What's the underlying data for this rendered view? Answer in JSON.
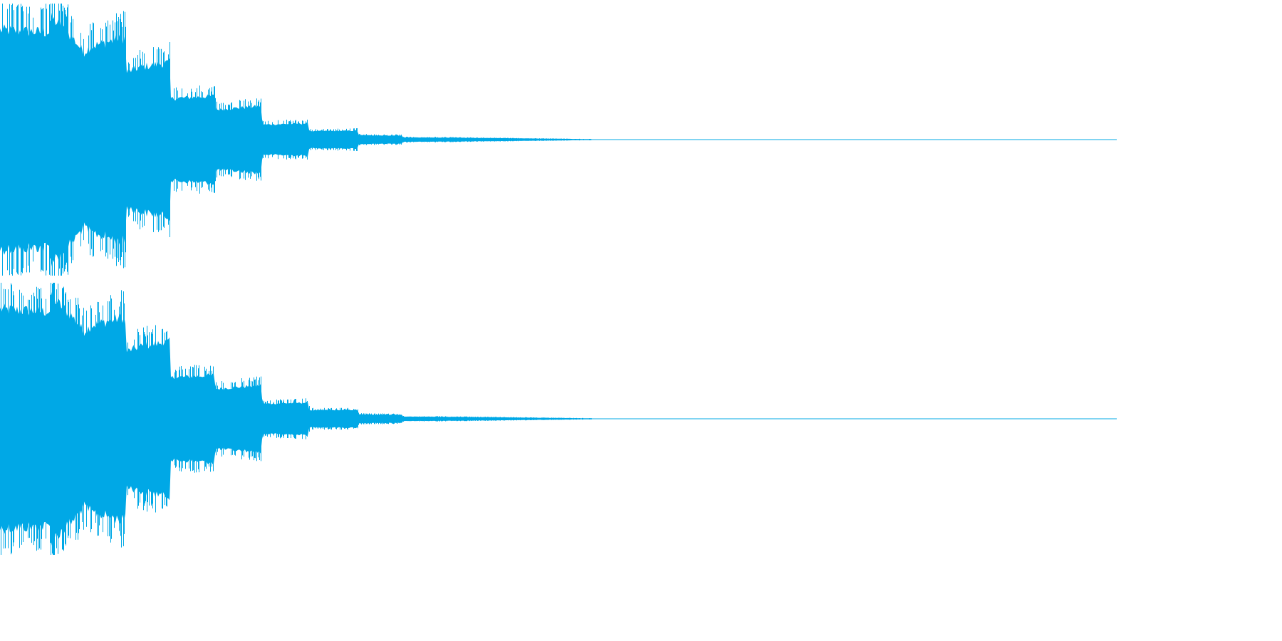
{
  "waveform": {
    "color": "#00a8e6",
    "channels": [
      {
        "name": "",
        "envelope": [
          {
            "t": 0.0,
            "amp": 0.88
          },
          {
            "t": 0.045,
            "amp": 0.86
          },
          {
            "t": 0.046,
            "amp": 0.98
          },
          {
            "t": 0.065,
            "amp": 0.82
          },
          {
            "t": 0.075,
            "amp": 0.7
          },
          {
            "t": 0.082,
            "amp": 0.75
          },
          {
            "t": 0.112,
            "amp": 0.82
          },
          {
            "t": 0.113,
            "amp": 0.54
          },
          {
            "t": 0.125,
            "amp": 0.58
          },
          {
            "t": 0.152,
            "amp": 0.62
          },
          {
            "t": 0.153,
            "amp": 0.33
          },
          {
            "t": 0.192,
            "amp": 0.35
          },
          {
            "t": 0.193,
            "amp": 0.24
          },
          {
            "t": 0.234,
            "amp": 0.27
          },
          {
            "t": 0.235,
            "amp": 0.12
          },
          {
            "t": 0.276,
            "amp": 0.13
          },
          {
            "t": 0.277,
            "amp": 0.068
          },
          {
            "t": 0.32,
            "amp": 0.072
          },
          {
            "t": 0.321,
            "amp": 0.036
          },
          {
            "t": 0.36,
            "amp": 0.032
          },
          {
            "t": 0.361,
            "amp": 0.018
          },
          {
            "t": 0.4,
            "amp": 0.016
          },
          {
            "t": 0.448,
            "amp": 0.012
          },
          {
            "t": 0.487,
            "amp": 0.008
          },
          {
            "t": 0.53,
            "amp": 0.004
          },
          {
            "t": 0.531,
            "amp": 0.0
          },
          {
            "t": 1.0,
            "amp": 0.0
          }
        ]
      },
      {
        "name": "",
        "envelope": [
          {
            "t": 0.0,
            "amp": 0.88
          },
          {
            "t": 0.045,
            "amp": 0.86
          },
          {
            "t": 0.046,
            "amp": 0.98
          },
          {
            "t": 0.065,
            "amp": 0.82
          },
          {
            "t": 0.075,
            "amp": 0.7
          },
          {
            "t": 0.082,
            "amp": 0.75
          },
          {
            "t": 0.112,
            "amp": 0.82
          },
          {
            "t": 0.113,
            "amp": 0.54
          },
          {
            "t": 0.125,
            "amp": 0.58
          },
          {
            "t": 0.152,
            "amp": 0.62
          },
          {
            "t": 0.153,
            "amp": 0.33
          },
          {
            "t": 0.192,
            "amp": 0.35
          },
          {
            "t": 0.193,
            "amp": 0.24
          },
          {
            "t": 0.234,
            "amp": 0.27
          },
          {
            "t": 0.235,
            "amp": 0.12
          },
          {
            "t": 0.276,
            "amp": 0.13
          },
          {
            "t": 0.277,
            "amp": 0.068
          },
          {
            "t": 0.32,
            "amp": 0.072
          },
          {
            "t": 0.321,
            "amp": 0.036
          },
          {
            "t": 0.36,
            "amp": 0.032
          },
          {
            "t": 0.361,
            "amp": 0.018
          },
          {
            "t": 0.4,
            "amp": 0.016
          },
          {
            "t": 0.448,
            "amp": 0.012
          },
          {
            "t": 0.487,
            "amp": 0.008
          },
          {
            "t": 0.53,
            "amp": 0.004
          },
          {
            "t": 0.531,
            "amp": 0.0
          },
          {
            "t": 1.0,
            "amp": 0.0
          }
        ]
      }
    ]
  }
}
